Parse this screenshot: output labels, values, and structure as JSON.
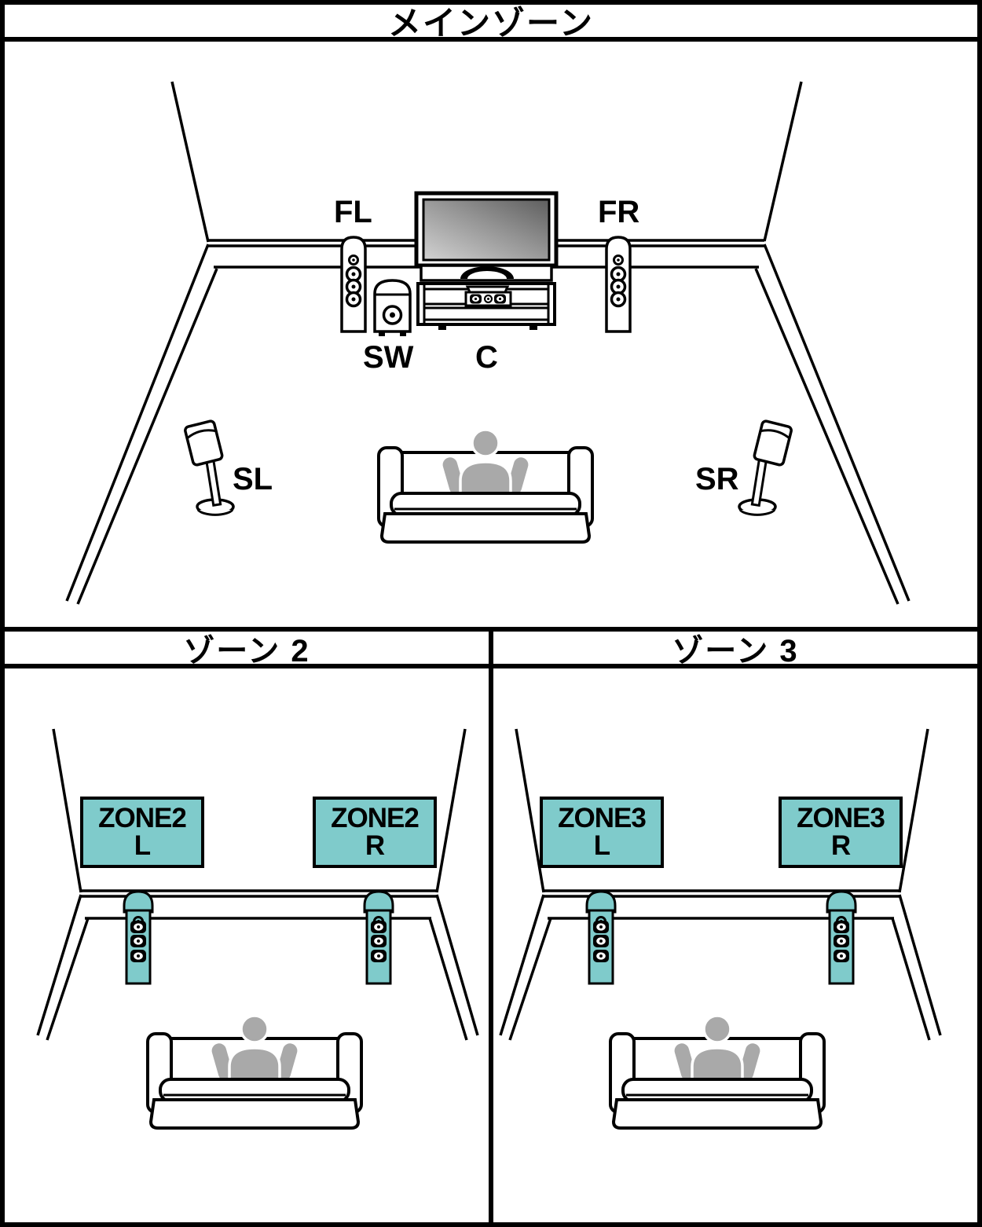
{
  "colors": {
    "speaker_teal": "#7FCBCB",
    "person_gray": "#A9A9A9",
    "line_black": "#000000"
  },
  "main_zone": {
    "title": "メインゾーン",
    "labels": {
      "front_left": "FL",
      "front_right": "FR",
      "subwoofer": "SW",
      "center": "C",
      "surround_left": "SL",
      "surround_right": "SR"
    }
  },
  "zone2": {
    "title": "ゾーン 2",
    "left_speaker": {
      "line1": "ZONE2",
      "line2": "L"
    },
    "right_speaker": {
      "line1": "ZONE2",
      "line2": "R"
    }
  },
  "zone3": {
    "title": "ゾーン 3",
    "left_speaker": {
      "line1": "ZONE3",
      "line2": "L"
    },
    "right_speaker": {
      "line1": "ZONE3",
      "line2": "R"
    }
  }
}
